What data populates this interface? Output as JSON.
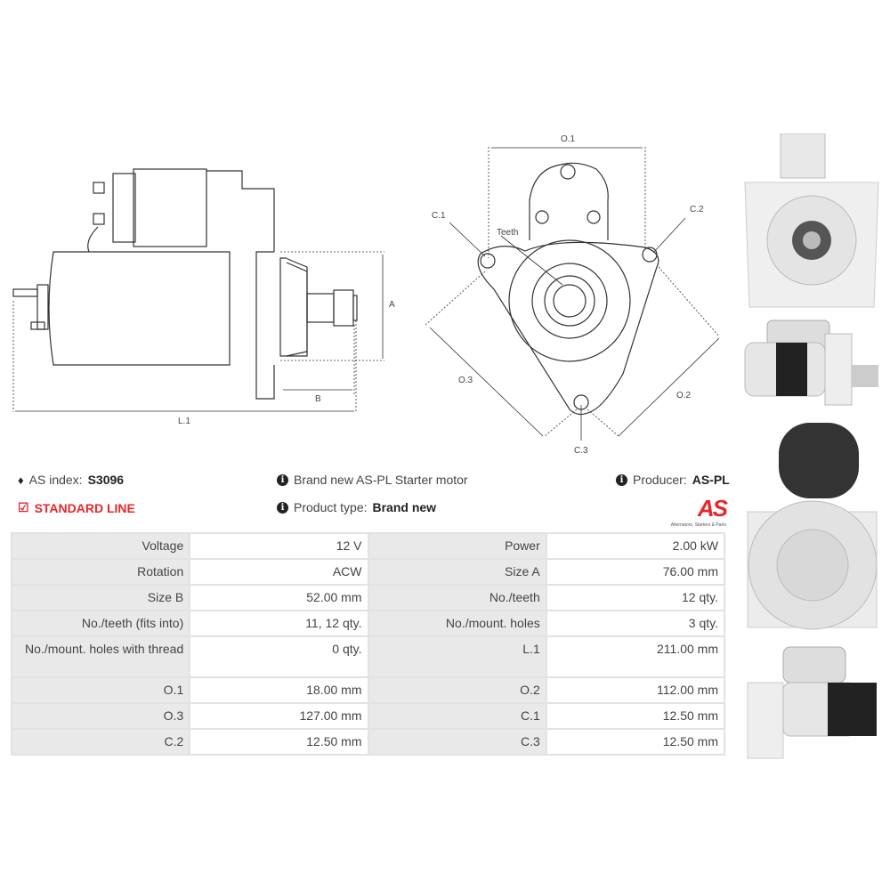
{
  "diagram": {
    "labels": {
      "a": "A",
      "b": "B",
      "l1": "L.1",
      "o1": "O.1",
      "o2": "O.2",
      "o3": "O.3",
      "c1": "C.1",
      "c2": "C.2",
      "c3": "C.3",
      "teeth": "Teeth"
    }
  },
  "info": {
    "as_index_label": "AS index:",
    "as_index_value": "S3096",
    "line": "STANDARD LINE",
    "description": "Brand new AS-PL Starter motor",
    "product_type_label": "Product type:",
    "product_type_value": "Brand new",
    "producer_label": "Producer:",
    "producer_value": "AS-PL"
  },
  "logo": {
    "text": "AS",
    "tagline": "Alternators, Starters & Parts"
  },
  "specs": [
    [
      "Voltage",
      "12 V",
      "Power",
      "2.00 kW"
    ],
    [
      "Rotation",
      "ACW",
      "Size A",
      "76.00 mm"
    ],
    [
      "Size B",
      "52.00 mm",
      "No./teeth",
      "12 qty."
    ],
    [
      "No./teeth (fits into)",
      "11, 12 qty.",
      "No./mount. holes",
      "3 qty."
    ],
    [
      "No./mount. holes with thread",
      "0 qty.",
      "L.1",
      "211.00 mm"
    ],
    [
      "O.1",
      "18.00 mm",
      "O.2",
      "112.00 mm"
    ],
    [
      "O.3",
      "127.00 mm",
      "C.1",
      "12.50 mm"
    ],
    [
      "C.2",
      "12.50 mm",
      "C.3",
      "12.50 mm"
    ]
  ],
  "colors": {
    "accent": "#e8262b"
  }
}
